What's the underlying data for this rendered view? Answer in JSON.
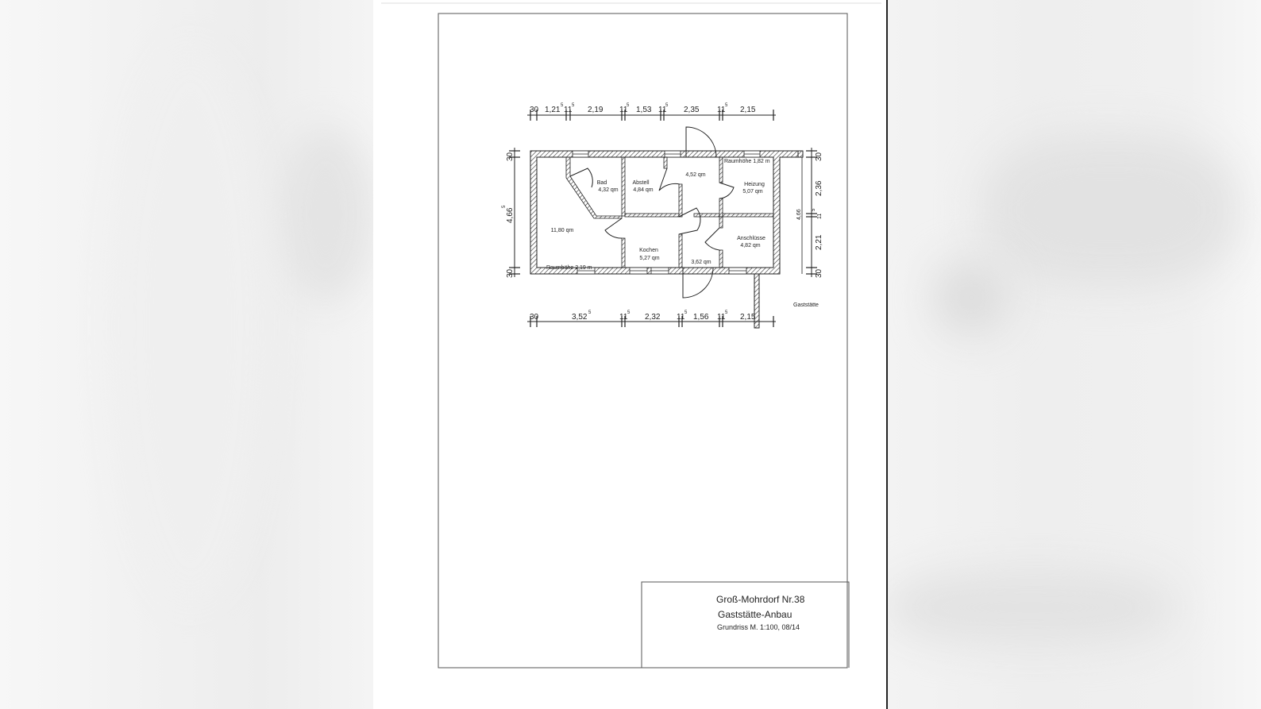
{
  "title_block": {
    "line1": "Groß-Mohrdorf Nr.38",
    "line2": "Gaststätte-Anbau",
    "line3": "Grundriss M. 1:100, 08/14"
  },
  "rooms": [
    {
      "name": "Bad",
      "area": "4,32 qm"
    },
    {
      "name": "Abstell",
      "area": "4,84 qm"
    },
    {
      "name": "",
      "area": "4,52 qm"
    },
    {
      "name": "Heizung",
      "area": "5,07 qm"
    },
    {
      "name": "",
      "area": "11,80 qm"
    },
    {
      "name": "Kochen",
      "area": "5,27 qm"
    },
    {
      "name": "",
      "area": "3,62 qm"
    },
    {
      "name": "Anschlüsse",
      "area": "4,82 qm"
    }
  ],
  "notes": {
    "height_top": "Raumhöhe 1,82 m",
    "height_bottom": "Raumhöhe 2,19 m",
    "neighbor": "Gaststätte"
  },
  "dims_top": [
    "30",
    "1,21",
    "5",
    "11",
    "5",
    "2,19",
    "11",
    "5",
    "1,53",
    "11",
    "5",
    "2,35",
    "11",
    "5",
    "2,15"
  ],
  "dims_bottom": [
    "30",
    "3,52",
    "5",
    "11",
    "5",
    "2,32",
    "11",
    "5",
    "1,56",
    "11",
    "5",
    "2,15"
  ],
  "dims_left": [
    "30",
    "4,66",
    "5",
    "30"
  ],
  "dims_right": [
    "30",
    "2,36",
    "4,66",
    "11",
    "5",
    "2,21",
    "30"
  ]
}
